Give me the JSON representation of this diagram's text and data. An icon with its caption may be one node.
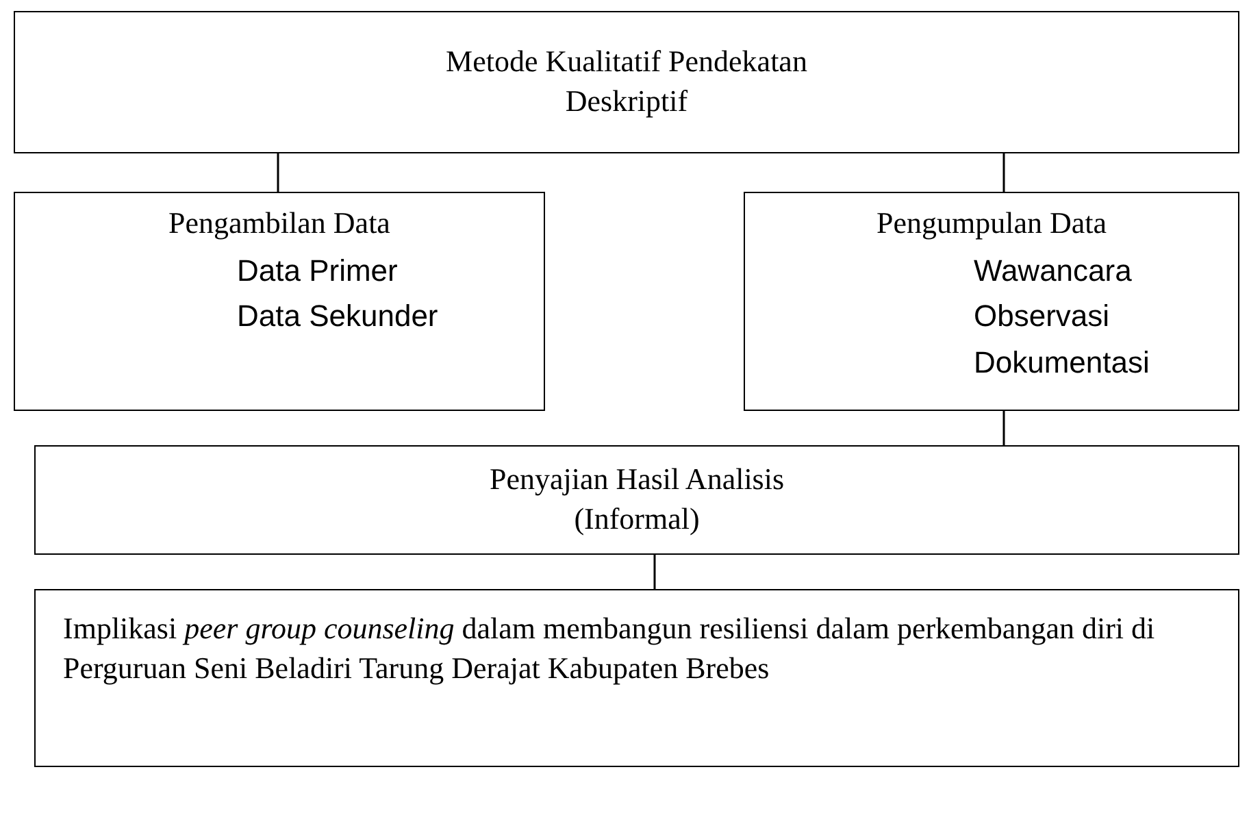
{
  "diagram": {
    "nodes": [
      {
        "text": [
          "Metode Kualitatif Pendekatan Deskriptif"
        ]
      },
      {
        "text": [
          "Pengambilan Data",
          "Data Primer",
          "Data Sekunder"
        ]
      },
      {
        "text": [
          "Pengumpulan Data",
          "Wawancara",
          "Observasi",
          "Dokumentasi"
        ]
      },
      {
        "text": [
          "Penyajian Hasil Analisis (Informal)"
        ]
      },
      {
        "text": [
          "Implikasi *peer group counseling* dalam membangun resiliensi dalam perkembangan diri di Perguruan Seni Beladiri Tarung Derajat Kabupaten Brebes"
        ]
      }
    ],
    "edges": [
      {
        "from": 0,
        "to": 1,
        "arrow": "none"
      },
      {
        "from": 0,
        "to": 2,
        "arrow": "none"
      },
      {
        "from": 2,
        "to": 3,
        "arrow": "none"
      },
      {
        "from": 3,
        "to": 4,
        "arrow": "none"
      }
    ]
  }
}
